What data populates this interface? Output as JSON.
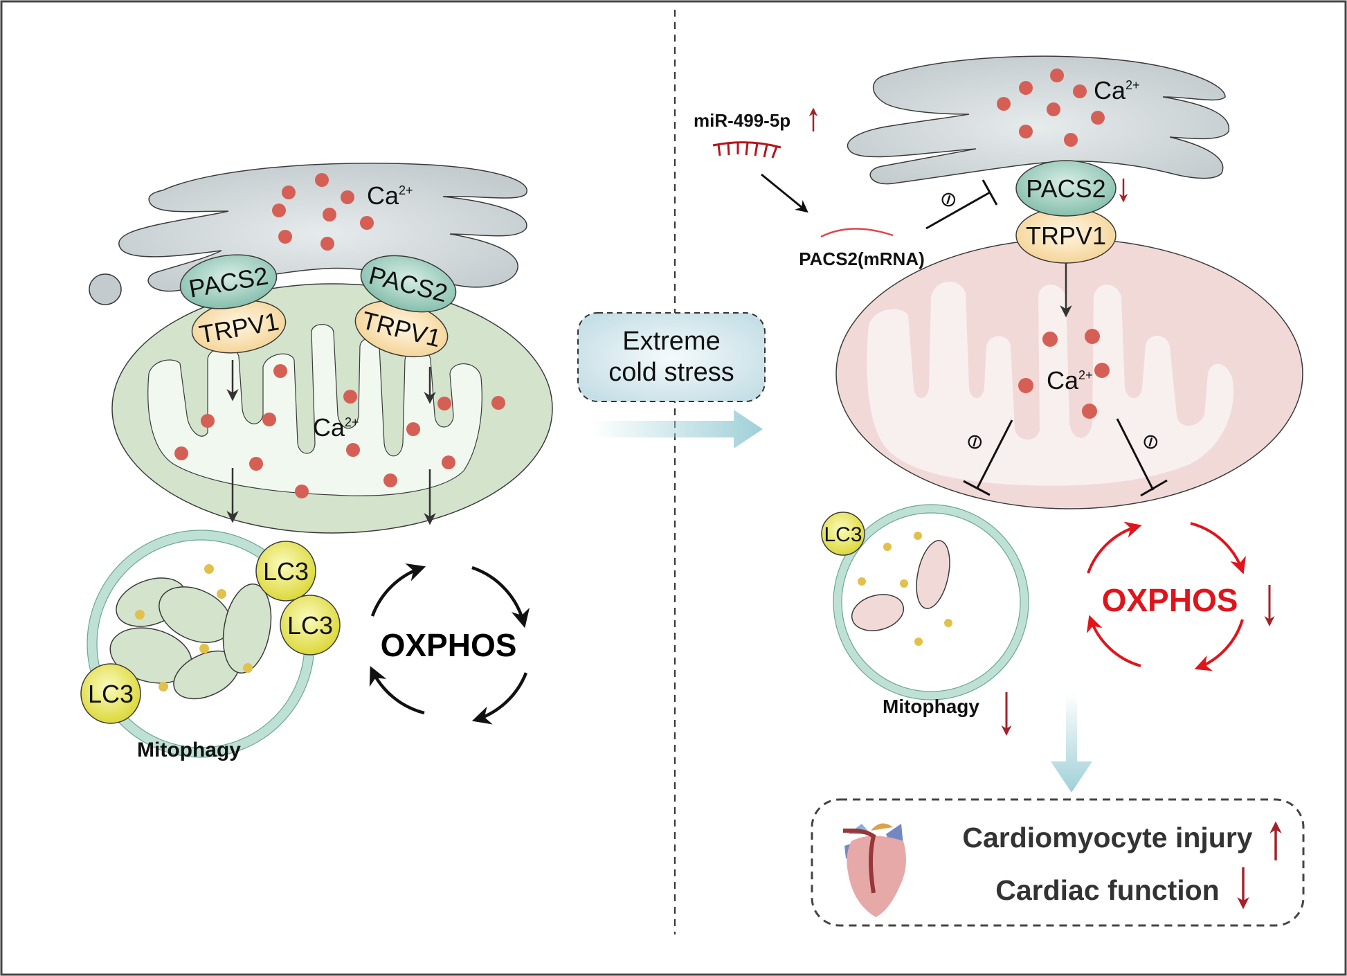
{
  "figure": {
    "type": "mechanism-schematic",
    "colors": {
      "er": "#c5cdd0",
      "er_stroke": "#3a3a3a",
      "calcium": "#d65f55",
      "pacs2": "#8cc5b3",
      "trpv1": "#f7dcaa",
      "mito_normal": "#d3e3cc",
      "mito_normal_inner": "#f1f8f0",
      "mito_stressed": "#f1d9d8",
      "mito_stressed_inner": "#f8f0ef",
      "vacuole": "#bfe1d5",
      "lc3": "#e8e658",
      "granule": "#e1c14a",
      "arrow_dark": "#333333",
      "arrow_red": "#a3222a",
      "oxphos_red": "#e0141b",
      "cold_box": "#cfe4ea",
      "flow_arrow": "#9fd0d8"
    }
  },
  "left_panel": {
    "name": "normal",
    "er_label": "Ca",
    "er_label_sup": "2+",
    "pacs2_label": "PACS2",
    "trpv1_label": "TRPV1",
    "mito_label": "Ca",
    "mito_label_sup": "2+",
    "lc3_label": "LC3",
    "mitophagy_label": "Mitophagy",
    "oxphos_label": "OXPHOS"
  },
  "transition": {
    "label_line1": "Extreme",
    "label_line2": "cold stress"
  },
  "right_panel": {
    "name": "cold-stress",
    "mirna_label": "miR-499-5p",
    "mirna_change": "up",
    "mrna_label": "PACS2(mRNA)",
    "er_label": "Ca",
    "er_label_sup": "2+",
    "pacs2_label": "PACS2",
    "pacs2_change": "down",
    "trpv1_label": "TRPV1",
    "mito_label": "Ca",
    "mito_label_sup": "2+",
    "lc3_label": "LC3",
    "mitophagy_label": "Mitophagy",
    "mitophagy_change": "down",
    "oxphos_label": "OXPHOS",
    "oxphos_change": "down",
    "inhibit_symbol": "⊘"
  },
  "outcome": {
    "line1": "Cardiomyocyte injury",
    "line1_change": "up",
    "line2": "Cardiac function",
    "line2_change": "down"
  }
}
